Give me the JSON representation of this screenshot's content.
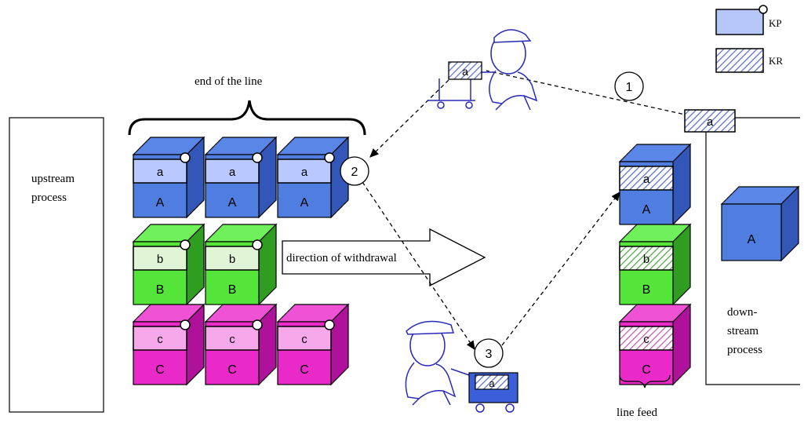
{
  "legend": {
    "kp": "KP",
    "kr": "KR"
  },
  "labels": {
    "end_of_line": "end of the line",
    "upstream_1": "upstream",
    "upstream_2": "process",
    "direction": "direction of withdrawal",
    "downstream_1": "down-",
    "downstream_2": "stream",
    "downstream_3": "process",
    "line_feed": "line feed"
  },
  "steps": {
    "one": "1",
    "two": "2",
    "three": "3"
  },
  "boxes": {
    "a_lower": "a",
    "a_upper": "A",
    "b_lower": "b",
    "b_upper": "B",
    "c_lower": "c",
    "c_upper": "C"
  },
  "colors": {
    "blue_front": "#4f7ee0",
    "blue_top": "#5a86e8",
    "blue_side": "#3357b8",
    "blue_card": "#b9c9ff",
    "green_front": "#55e53a",
    "green_top": "#70f05a",
    "green_side": "#2f9d1f",
    "green_card": "#dff5d5",
    "magenta_front": "#ea2ac8",
    "magenta_top": "#f052d5",
    "magenta_side": "#b0119a",
    "magenta_card": "#f7a8ea",
    "kp_card": "#b6c8f7",
    "worker_outline": "#2a2ab8"
  }
}
